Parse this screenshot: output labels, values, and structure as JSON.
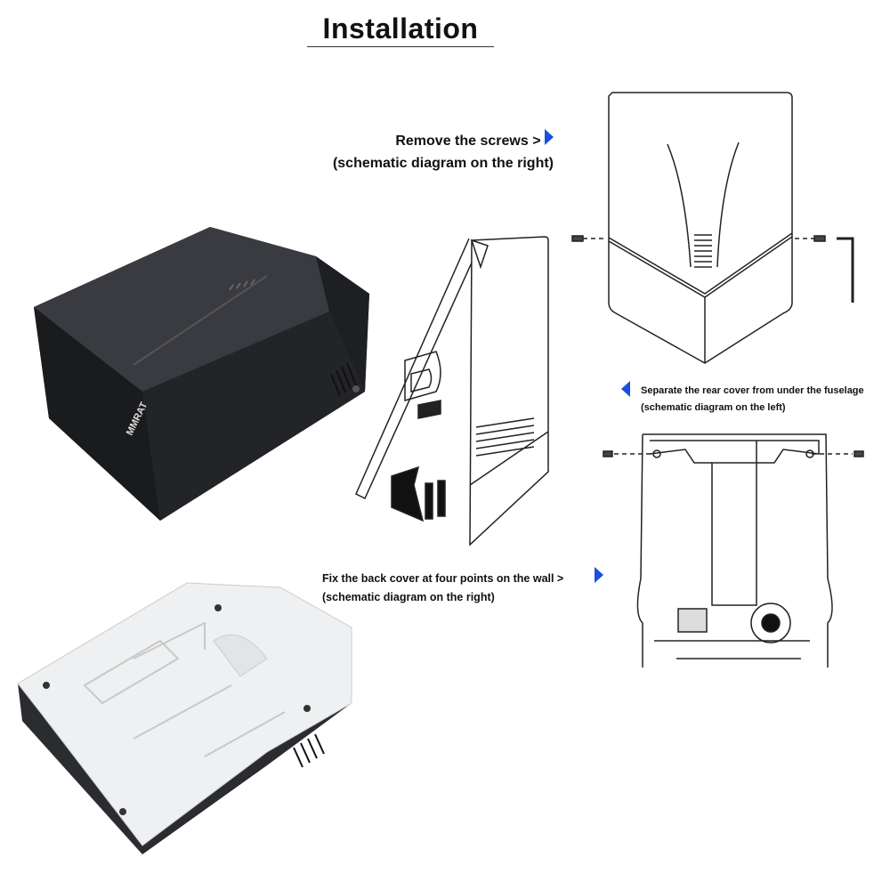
{
  "title": "Installation",
  "steps": [
    {
      "line1": "Remove the screws >",
      "line2": "(schematic diagram on the right)",
      "arrow": "blue-right-triangle-icon"
    },
    {
      "line1": "Separate the rear cover from under the fuselage",
      "line2": "(schematic diagram on the left)",
      "arrow": "blue-left-triangle-icon"
    },
    {
      "line1": "Fix the back cover at four points on the wall >",
      "line2": "(schematic diagram on the right)",
      "arrow": "blue-right-triangle-icon"
    }
  ],
  "product": {
    "logo_text": "MMRAT"
  },
  "colors": {
    "accent": "#1a4fe0",
    "device": "#2b2c30",
    "cover": "#f2f2f2"
  }
}
